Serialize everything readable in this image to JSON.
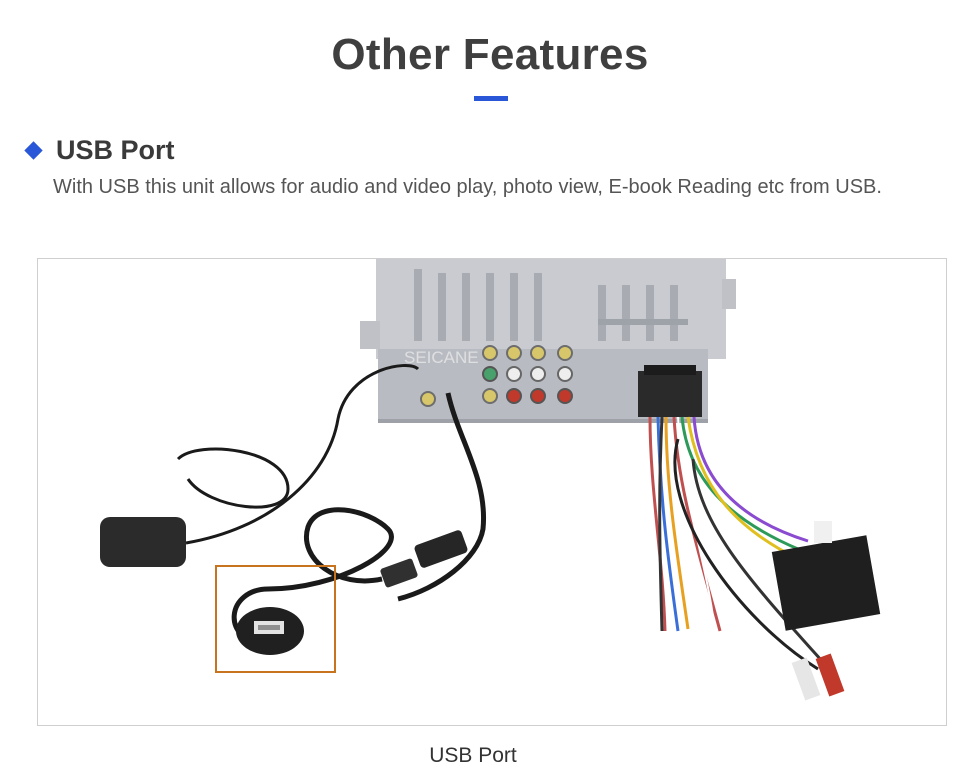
{
  "header": {
    "title": "Other Features",
    "accent_color": "#2a57d8"
  },
  "feature": {
    "bullet_icon": "diamond-bullet-icon",
    "title": "USB Port",
    "description": "With USB  this unit allows for audio and video play, photo view, E-book Reading etc from USB."
  },
  "figure": {
    "watermark": "SEICANE",
    "highlight_color": "#c8741e",
    "caption": "USB Port"
  }
}
